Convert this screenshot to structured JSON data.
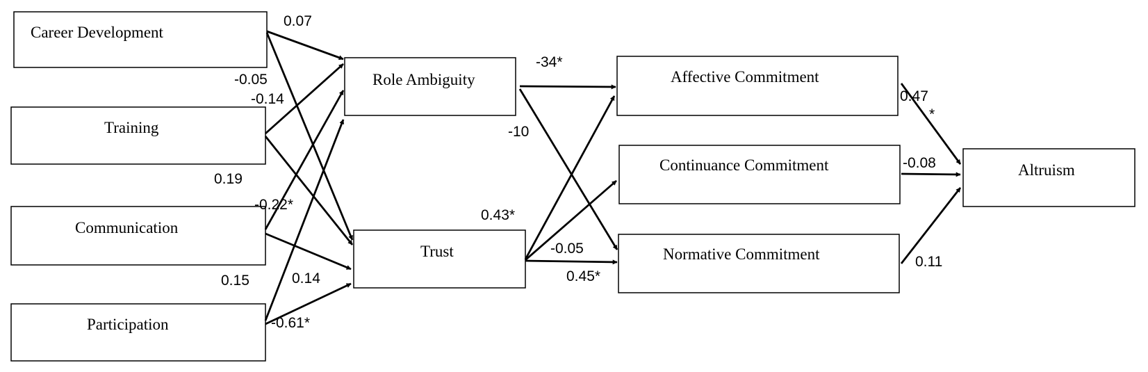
{
  "nodes": {
    "career_development": "Career Development",
    "training": "Training",
    "communication": "Communication",
    "participation": "Participation",
    "role_ambiguity": "Role Ambiguity",
    "trust": "Trust",
    "affective_commitment": "Affective Commitment",
    "continuance_commitment": "Continuance Commitment",
    "normative_commitment": "Normative Commitment",
    "altruism": "Altruism"
  },
  "coefficients": {
    "career_to_role": "0.07",
    "career_to_trust": "-0.05",
    "training_to_role": "-0.14",
    "training_to_trust": "0.19",
    "communication_to_role": "-0.22*",
    "communication_to_trust": "0.15",
    "participation_to_role": "0.14",
    "participation_to_trust": "-0.61*",
    "role_to_affective": "-34*",
    "role_to_normative": "-10",
    "trust_to_affective": "0.43*",
    "trust_to_continuance": "-0.05",
    "trust_to_normative": "0.45*",
    "affective_to_altruism": "0.47",
    "affective_to_altruism_sig": "*",
    "continuance_to_altruism": "-0.08",
    "normative_to_altruism": "0.11"
  },
  "colors": {
    "stroke": "#000000",
    "background": "#ffffff"
  }
}
